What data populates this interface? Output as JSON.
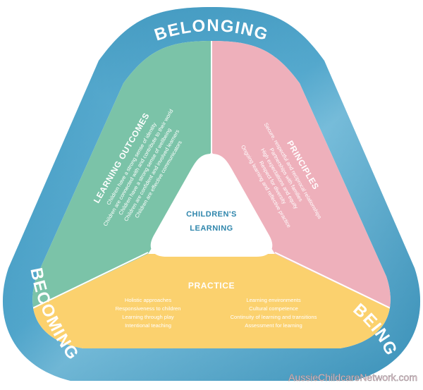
{
  "ring_labels": {
    "top": "BELONGING",
    "left": "BECOMING",
    "right": "BEING"
  },
  "center": {
    "line1": "CHILDREN'S",
    "line2": "LEARNING"
  },
  "learning_outcomes": {
    "title": "LEARNING OUTCOMES",
    "items": [
      "Children have a strong sense of identity",
      "Children are connected with and contribute to their world",
      "Children have a strong sense of wellbeing",
      "Children are confident and involved learners",
      "Children are effective communicators"
    ]
  },
  "principles": {
    "title": "PRINCIPLES",
    "items": [
      "Secure, respectful and reciprocal relationships",
      "Partnerships with families",
      "High expectations and equity",
      "Respect for diversity",
      "Ongoing learning and reflective practice"
    ]
  },
  "practice": {
    "title": "PRACTICE",
    "left_items": [
      "Holistic approaches",
      "Responsiveness to children",
      "Learning through play",
      "Intentional teaching"
    ],
    "right_items": [
      "Learning environments",
      "Cultural competence",
      "Continuity of learning and transitions",
      "Assessment for learning"
    ]
  },
  "watermark": "AussieChildcareNetwork.com",
  "colors": {
    "ring_dark": "#1f7da8",
    "ring_light": "#7fc3de",
    "green": "#7bc3a8",
    "pink": "#eeb0bb",
    "yellow": "#fbd16e",
    "center_text": "#2f86ac"
  }
}
